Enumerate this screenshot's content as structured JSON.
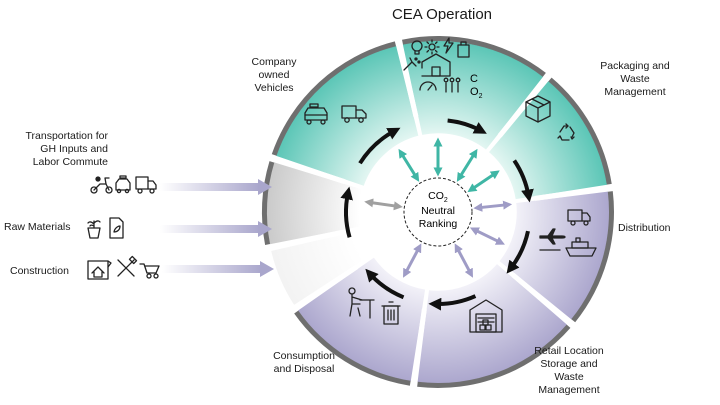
{
  "title": "CEA Operation",
  "center": {
    "co2": "CO",
    "sub": "2",
    "line2": "Neutral",
    "line3": "Ranking"
  },
  "segments": {
    "vehicles": {
      "lines": [
        "Company",
        "owned",
        "Vehicles"
      ]
    },
    "operation": {
      "co_c": "C",
      "co_o": "O",
      "co_sub": "2"
    },
    "packaging": {
      "lines": [
        "Packaging and",
        "Waste",
        "Management"
      ]
    },
    "distribution": {
      "lines": [
        "Distribution"
      ]
    },
    "retail": {
      "lines": [
        "Retail Location",
        "Storage and",
        "Waste",
        "Management"
      ]
    },
    "consumption": {
      "lines": [
        "Consumption",
        "and Disposal"
      ]
    }
  },
  "inputs": {
    "transport": {
      "lines": [
        "Transportation for",
        "GH Inputs and",
        "Labor Commute"
      ]
    },
    "raw": {
      "lines": [
        "Raw Materials"
      ]
    },
    "construction": {
      "lines": [
        "Construction"
      ]
    }
  },
  "colors": {
    "teal": "#5cc8b8",
    "lavender": "#b8b4d4",
    "grey": "#bcbcbc",
    "dark": "#6f6f6f"
  },
  "icons": [
    "taxi-icon",
    "delivery-truck-icon",
    "scooter-icon",
    "truck-icon",
    "plant-pot-icon",
    "document-icon",
    "blueprint-house-icon",
    "tools-icon",
    "wheelbarrow-icon",
    "light-bulb-icon",
    "sun-icon",
    "lightning-icon",
    "fuel-can-icon",
    "greenhouse-icon",
    "gauge-icon",
    "people-icon",
    "package-box-icon",
    "recycle-icon",
    "airplane-icon",
    "ship-icon",
    "worker-desk-icon",
    "trash-bin-icon",
    "warehouse-icon"
  ]
}
